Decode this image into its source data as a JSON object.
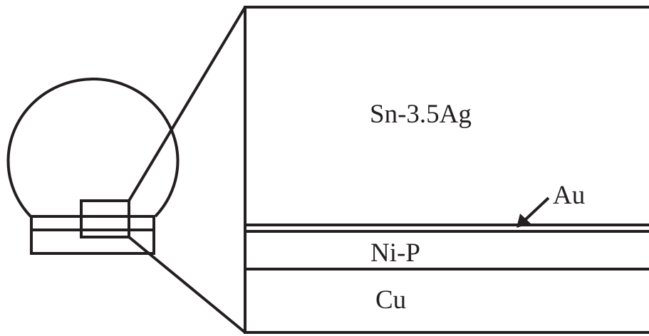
{
  "labels": {
    "solder": "Sn-3.5Ag",
    "gold": "Au",
    "nickel": "Ni-P",
    "copper": "Cu"
  },
  "colors": {
    "ink": "#231f20",
    "background": "#ffffff"
  }
}
